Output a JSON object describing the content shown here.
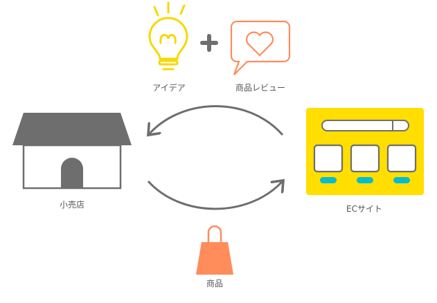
{
  "labels": {
    "idea": "アイデア",
    "review": "商品レビュー",
    "store": "小売店",
    "ec_site": "ECサイト",
    "product": "商品"
  },
  "colors": {
    "yellow": "#FFDE00",
    "bulb": "#F7D800",
    "orange": "#FF8C5A",
    "gray": "#6E6E6E",
    "cyan": "#00BCD4"
  }
}
